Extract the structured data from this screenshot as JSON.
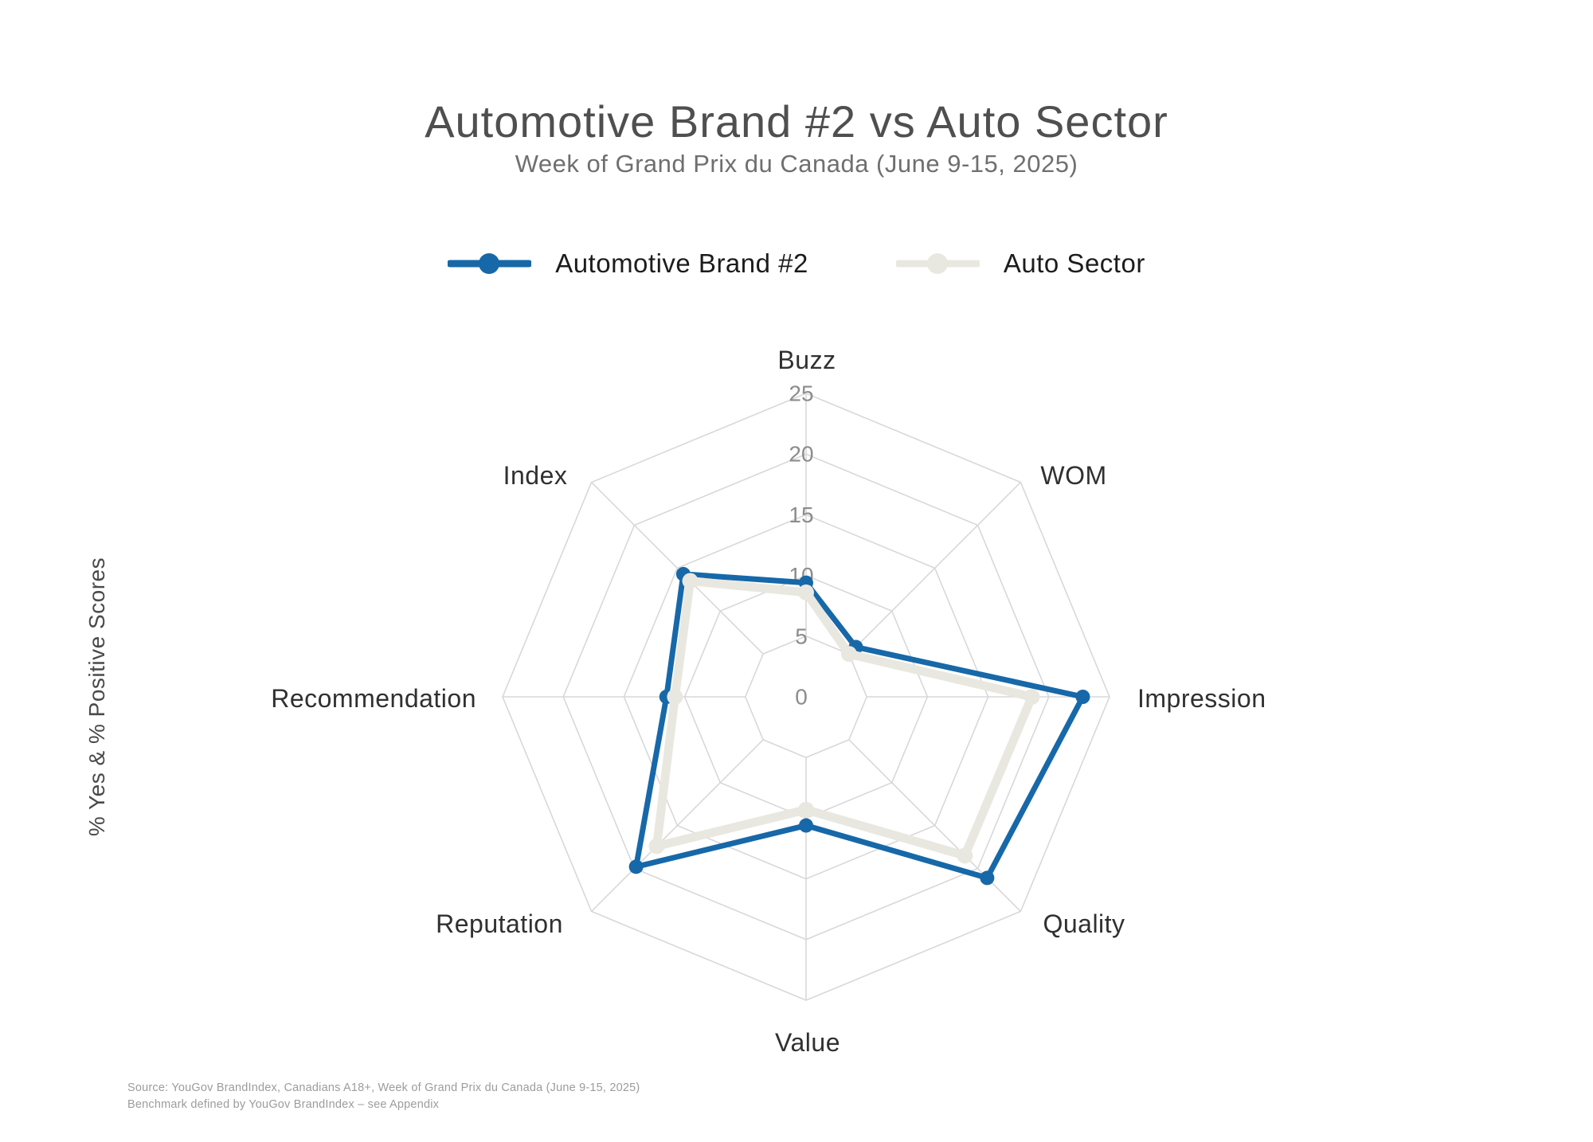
{
  "title": "Automotive Brand #2 vs Auto Sector",
  "subtitle": "Week of Grand Prix du Canada (June 9-15, 2025)",
  "y_axis_title": "% Yes & % Positive Scores",
  "legend": [
    {
      "label": "Automotive Brand #2",
      "color": "#1768a8"
    },
    {
      "label": "Auto Sector",
      "color": "#e9e8e0"
    }
  ],
  "footer": {
    "line1": "Source: YouGov BrandIndex, Canadians A18+, Week of Grand Prix du Canada (June 9-15, 2025)",
    "line2": "Benchmark defined by YouGov BrandIndex – see Appendix"
  },
  "chart_data": {
    "type": "radar",
    "polar": true,
    "categories": [
      "Buzz",
      "WOM",
      "Impression",
      "Quality",
      "Value",
      "Reputation",
      "Recommendation",
      "Index"
    ],
    "series": [
      {
        "name": "Automotive Brand #2",
        "color": "#1768a8",
        "values": [
          9.4,
          5.8,
          22.8,
          21.1,
          10.6,
          19.8,
          11.5,
          14.3
        ]
      },
      {
        "name": "Auto Sector",
        "color": "#e9e8e0",
        "values": [
          8.6,
          5.0,
          18.6,
          18.5,
          9.3,
          17.4,
          10.8,
          13.5
        ]
      }
    ],
    "radial_ticks": [
      0,
      5,
      10,
      15,
      20,
      25
    ],
    "rlim": [
      0,
      25
    ],
    "grid": true,
    "grid_color": "#d8d8d8",
    "tick_label_color": "#8c8c8c",
    "axis_label_color": "#303030",
    "legend_position": "top-center"
  }
}
